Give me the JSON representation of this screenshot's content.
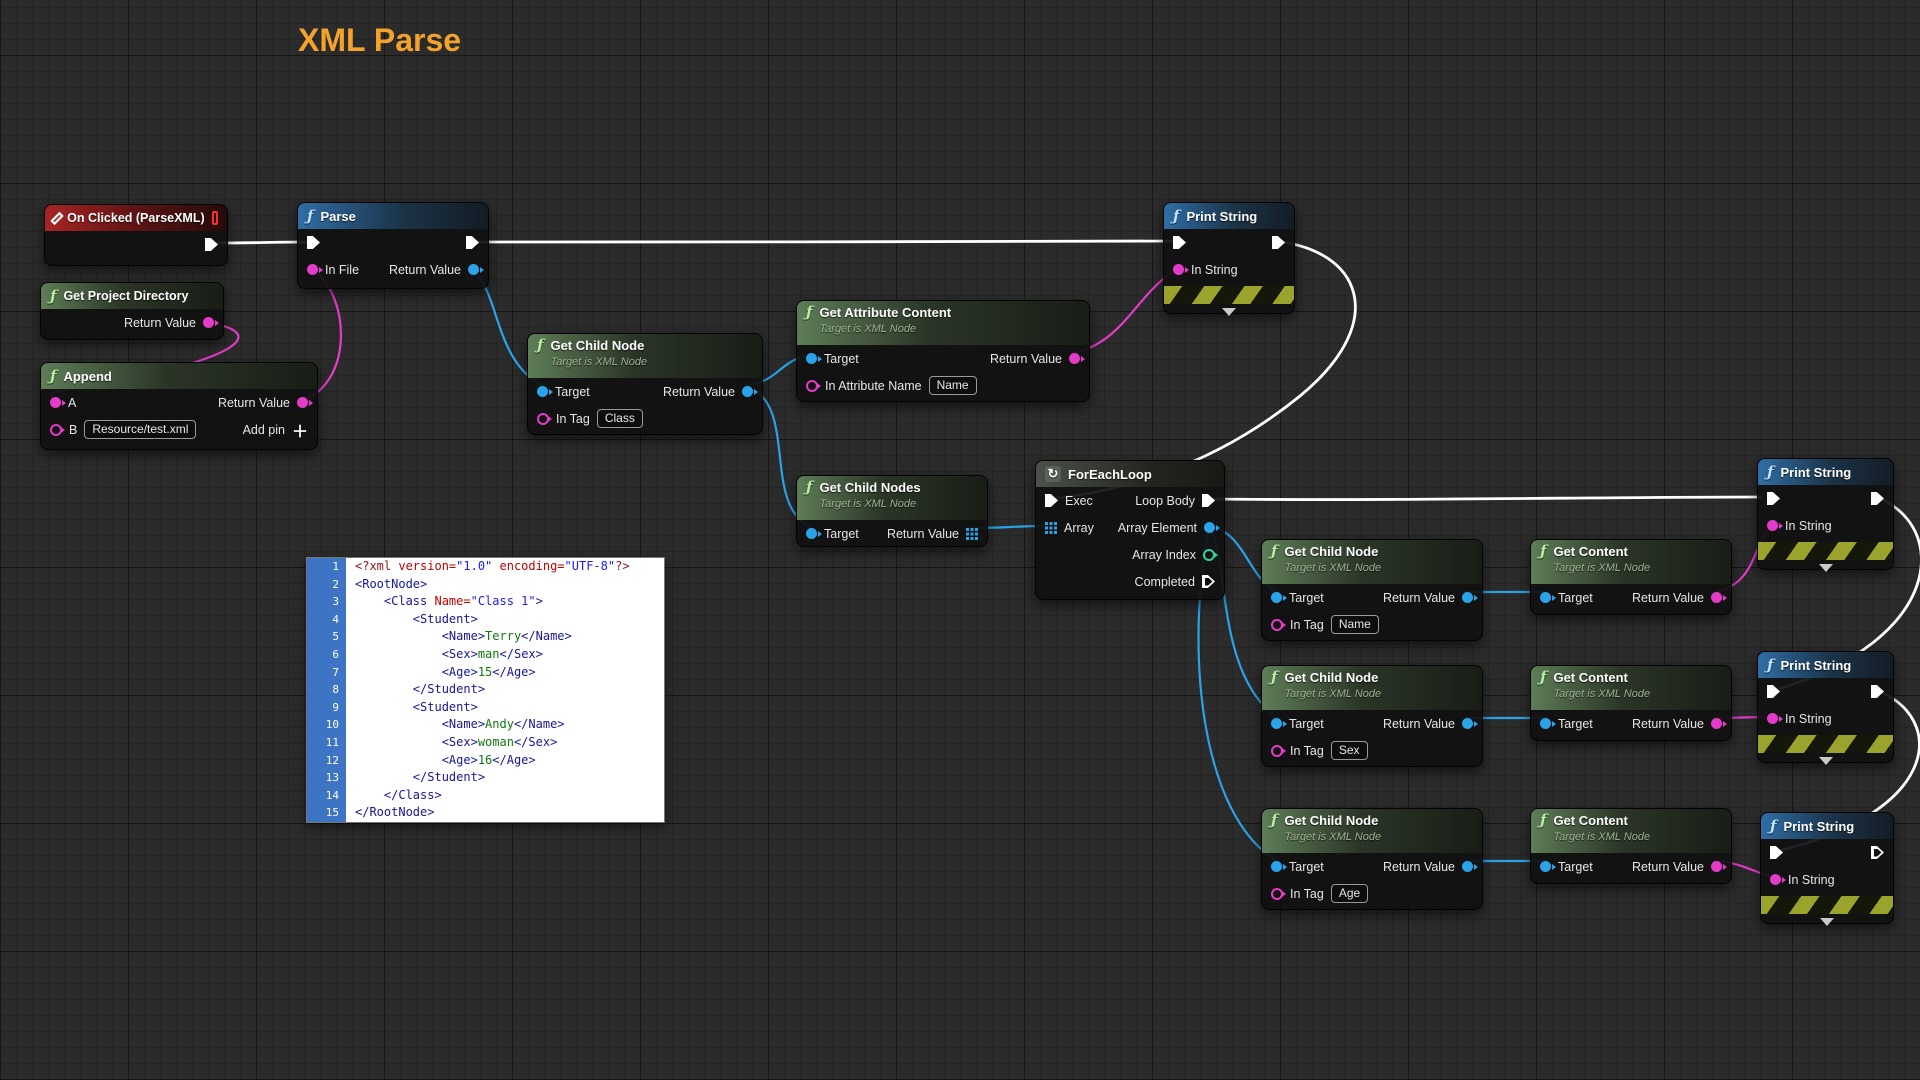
{
  "graph_title": "XML Parse",
  "colors": {
    "accent_title": "#f3a32b",
    "exec_wire": "#ffffff",
    "string_wire": "#e23cc8",
    "object_wire": "#2aa3e8",
    "int_pin": "#35d0a0"
  },
  "nodes": {
    "on_clicked": {
      "title": "On Clicked (ParseXML)"
    },
    "parse": {
      "title": "Parse",
      "in_file": "In File",
      "return_value": "Return Value"
    },
    "get_project_directory": {
      "title": "Get Project Directory",
      "return_value": "Return Value"
    },
    "append": {
      "title": "Append",
      "a": "A",
      "b": "B",
      "b_value": "Resource/test.xml",
      "return_value": "Return Value",
      "add_pin": "Add pin"
    },
    "get_child_node_class": {
      "title": "Get Child Node",
      "subtitle": "Target is XML Node",
      "target": "Target",
      "return_value": "Return Value",
      "in_tag": "In Tag",
      "in_tag_value": "Class"
    },
    "get_attribute_content": {
      "title": "Get Attribute Content",
      "subtitle": "Target is XML Node",
      "target": "Target",
      "return_value": "Return Value",
      "in_attribute_name": "In Attribute Name",
      "in_attribute_name_value": "Name"
    },
    "print_string_top": {
      "title": "Print String",
      "in_string": "In String"
    },
    "get_child_nodes": {
      "title": "Get Child Nodes",
      "subtitle": "Target is XML Node",
      "target": "Target",
      "return_value": "Return Value"
    },
    "foreach": {
      "title": "ForEachLoop",
      "exec": "Exec",
      "array": "Array",
      "loop_body": "Loop Body",
      "array_element": "Array Element",
      "array_index": "Array Index",
      "completed": "Completed"
    },
    "get_child_node_name": {
      "title": "Get Child Node",
      "subtitle": "Target is XML Node",
      "target": "Target",
      "return_value": "Return Value",
      "in_tag": "In Tag",
      "in_tag_value": "Name"
    },
    "get_content_name": {
      "title": "Get Content",
      "subtitle": "Target is XML Node",
      "target": "Target",
      "return_value": "Return Value"
    },
    "print_string_name": {
      "title": "Print String",
      "in_string": "In String"
    },
    "get_child_node_sex": {
      "title": "Get Child Node",
      "subtitle": "Target is XML Node",
      "target": "Target",
      "return_value": "Return Value",
      "in_tag": "In Tag",
      "in_tag_value": "Sex"
    },
    "get_content_sex": {
      "title": "Get Content",
      "subtitle": "Target is XML Node",
      "target": "Target",
      "return_value": "Return Value"
    },
    "print_string_sex": {
      "title": "Print String",
      "in_string": "In String"
    },
    "get_child_node_age": {
      "title": "Get Child Node",
      "subtitle": "Target is XML Node",
      "target": "Target",
      "return_value": "Return Value",
      "in_tag": "In Tag",
      "in_tag_value": "Age"
    },
    "get_content_age": {
      "title": "Get Content",
      "subtitle": "Target is XML Node",
      "target": "Target",
      "return_value": "Return Value"
    },
    "print_string_age": {
      "title": "Print String",
      "in_string": "In String"
    }
  },
  "xml_viewer": {
    "lines": [
      {
        "n": "1",
        "seg": [
          {
            "c": "pi",
            "t": "<?xml "
          },
          {
            "c": "attr",
            "t": "version="
          },
          {
            "c": "val",
            "t": "\"1.0\""
          },
          {
            "c": "attr",
            "t": " encoding="
          },
          {
            "c": "val",
            "t": "\"UTF-8\""
          },
          {
            "c": "pi",
            "t": "?>"
          }
        ]
      },
      {
        "n": "2",
        "seg": [
          {
            "c": "tag",
            "t": "<RootNode>"
          }
        ]
      },
      {
        "n": "3",
        "seg": [
          {
            "c": "tag",
            "t": "    <Class "
          },
          {
            "c": "attr",
            "t": "Name="
          },
          {
            "c": "val",
            "t": "\"Class 1\""
          },
          {
            "c": "tag",
            "t": ">"
          }
        ]
      },
      {
        "n": "4",
        "seg": [
          {
            "c": "tag",
            "t": "        <Student>"
          }
        ]
      },
      {
        "n": "5",
        "seg": [
          {
            "c": "tag",
            "t": "            <Name>"
          },
          {
            "c": "txt",
            "t": "Terry"
          },
          {
            "c": "tag",
            "t": "</Name>"
          }
        ]
      },
      {
        "n": "6",
        "seg": [
          {
            "c": "tag",
            "t": "            <Sex>"
          },
          {
            "c": "txt",
            "t": "man"
          },
          {
            "c": "tag",
            "t": "</Sex>"
          }
        ]
      },
      {
        "n": "7",
        "seg": [
          {
            "c": "tag",
            "t": "            <Age>"
          },
          {
            "c": "txt",
            "t": "15"
          },
          {
            "c": "tag",
            "t": "</Age>"
          }
        ]
      },
      {
        "n": "8",
        "seg": [
          {
            "c": "tag",
            "t": "        </Student>"
          }
        ]
      },
      {
        "n": "9",
        "seg": [
          {
            "c": "tag",
            "t": "        <Student>"
          }
        ]
      },
      {
        "n": "10",
        "seg": [
          {
            "c": "tag",
            "t": "            <Name>"
          },
          {
            "c": "txt",
            "t": "Andy"
          },
          {
            "c": "tag",
            "t": "</Name>"
          }
        ]
      },
      {
        "n": "11",
        "seg": [
          {
            "c": "tag",
            "t": "            <Sex>"
          },
          {
            "c": "txt",
            "t": "woman"
          },
          {
            "c": "tag",
            "t": "</Sex>"
          }
        ]
      },
      {
        "n": "12",
        "seg": [
          {
            "c": "tag",
            "t": "            <Age>"
          },
          {
            "c": "txt",
            "t": "16"
          },
          {
            "c": "tag",
            "t": "</Age>"
          }
        ]
      },
      {
        "n": "13",
        "seg": [
          {
            "c": "tag",
            "t": "        </Student>"
          }
        ]
      },
      {
        "n": "14",
        "seg": [
          {
            "c": "tag",
            "t": "    </Class>"
          }
        ]
      },
      {
        "n": "15",
        "seg": [
          {
            "c": "tag",
            "t": "</RootNode>"
          }
        ]
      }
    ]
  }
}
